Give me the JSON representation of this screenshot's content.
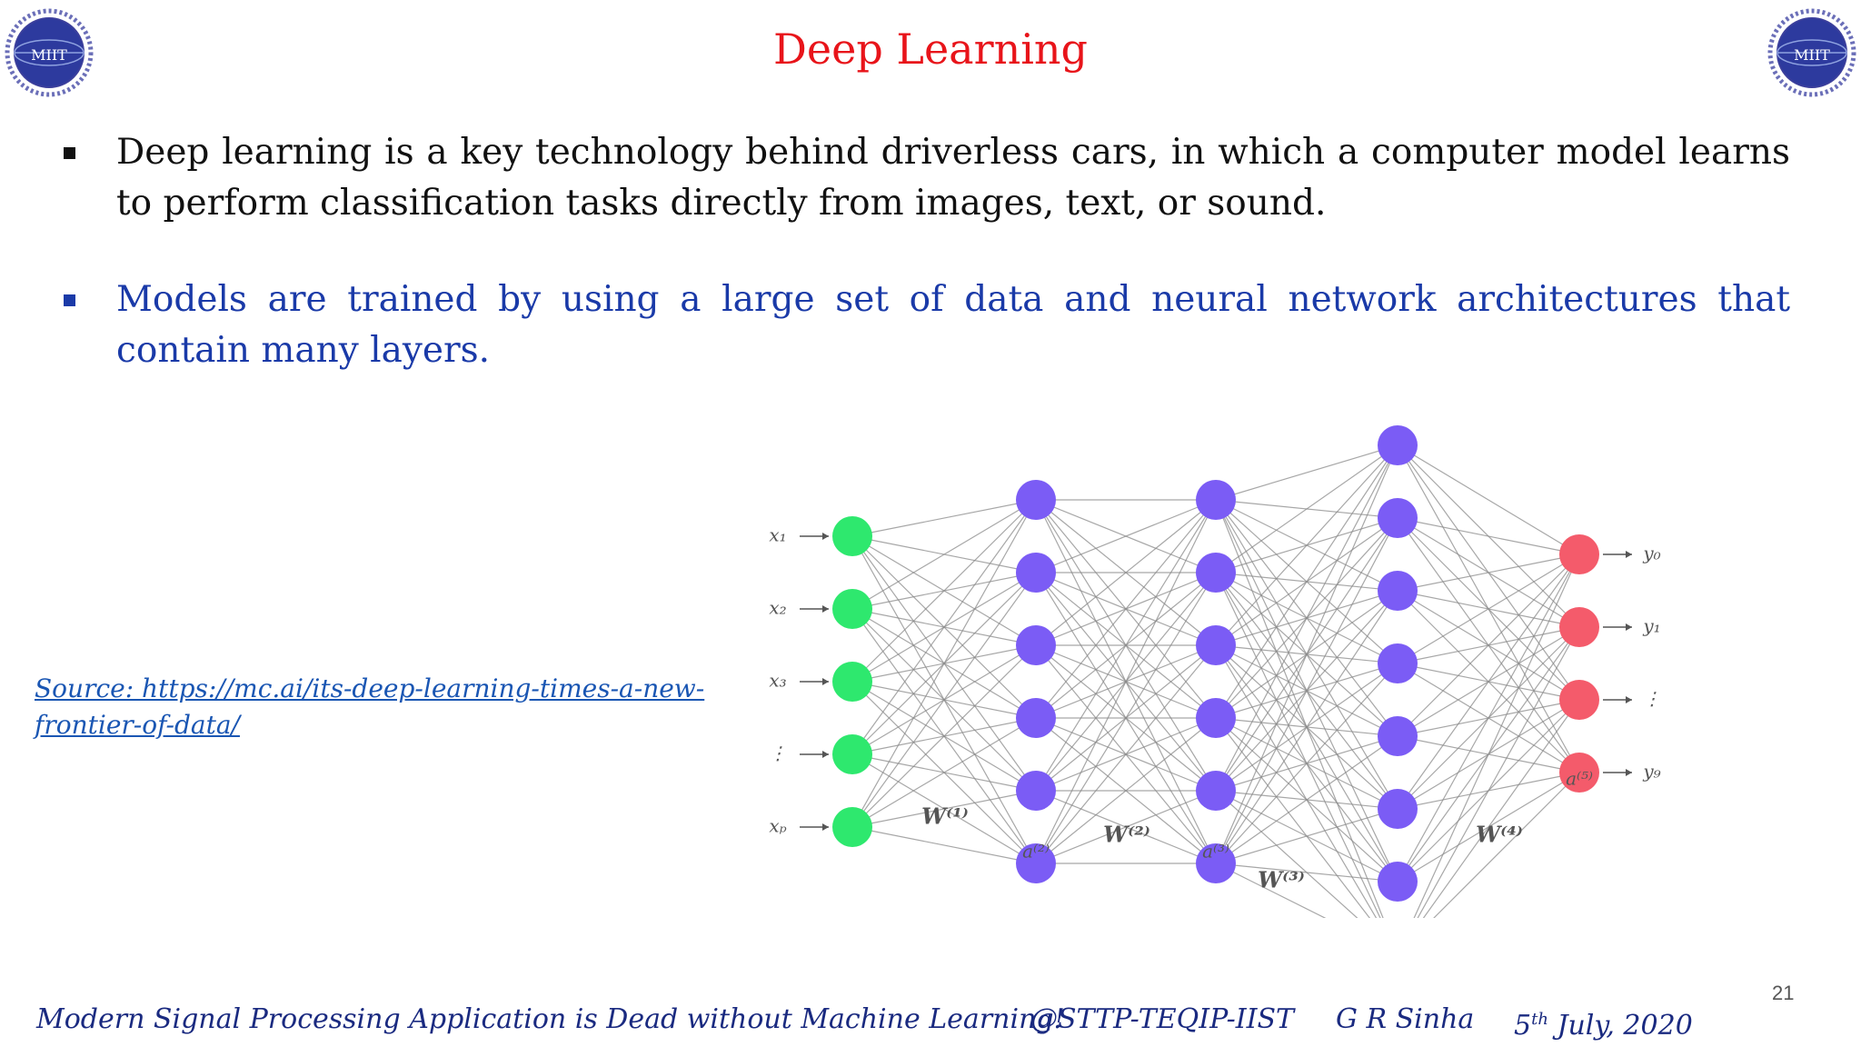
{
  "slide": {
    "title": "Deep Learning",
    "page_number": "21"
  },
  "logo": {
    "text": "MIIT",
    "colors": {
      "ring": "#3b3f9c",
      "globe": "#2d3a9e",
      "wreath": "#6b6fb8"
    }
  },
  "bullets": [
    {
      "text": "Deep learning is a key technology behind driverless cars, in which a computer model learns to perform classification tasks directly from images, text, or sound.",
      "color": "#111111"
    },
    {
      "text": "Models are trained by using a large set of data and neural network architectures that contain many layers.",
      "color": "#1a3aa8"
    }
  ],
  "source": {
    "text": "Source: https://mc.ai/its-deep-learning-times-a-new-frontier-of-data/"
  },
  "network": {
    "input_labels": [
      "x₁",
      "x₂",
      "x₃",
      "⋮",
      "xₚ"
    ],
    "output_labels": [
      "y₀",
      "y₁",
      "⋮",
      "y₉"
    ],
    "layer_labels": [
      "a⁽²⁾",
      "a⁽³⁾",
      "a⁽⁵⁾"
    ],
    "weight_labels": [
      "W⁽¹⁾",
      "W⁽²⁾",
      "W⁽³⁾",
      "W⁽⁴⁾"
    ],
    "layer_node_counts": [
      5,
      6,
      6,
      8,
      4
    ],
    "colors": {
      "input": "#2ee86e",
      "hidden": "#7b5cf5",
      "output": "#f45b6b",
      "edge": "#8a8a8a",
      "label": "#555555"
    }
  },
  "footer": {
    "title": "Modern  Signal Processing Application is Dead without Machine Learning!",
    "event": "@STTP-TEQIP-IIST",
    "author": "G R Sinha",
    "date_day": "5",
    "date_suffix": "th",
    "date_rest": " July, 2020"
  }
}
